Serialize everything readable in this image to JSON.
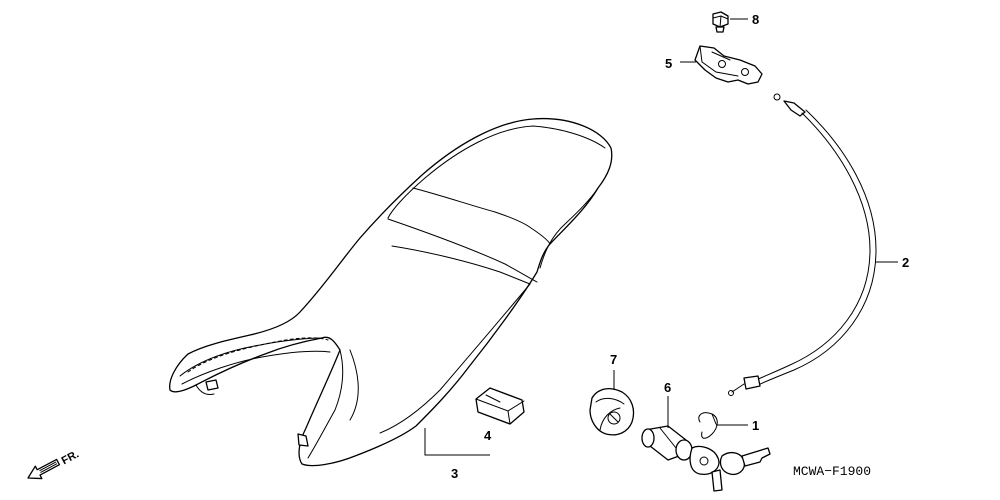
{
  "diagram": {
    "drawing_code": "MCWA−F1900",
    "direction_label": "FR.",
    "callouts": [
      {
        "id": "1",
        "label": "1"
      },
      {
        "id": "2",
        "label": "2"
      },
      {
        "id": "3",
        "label": "3"
      },
      {
        "id": "4",
        "label": "4"
      },
      {
        "id": "5",
        "label": "5"
      },
      {
        "id": "6",
        "label": "6"
      },
      {
        "id": "7",
        "label": "7"
      },
      {
        "id": "8",
        "label": "8"
      }
    ]
  }
}
